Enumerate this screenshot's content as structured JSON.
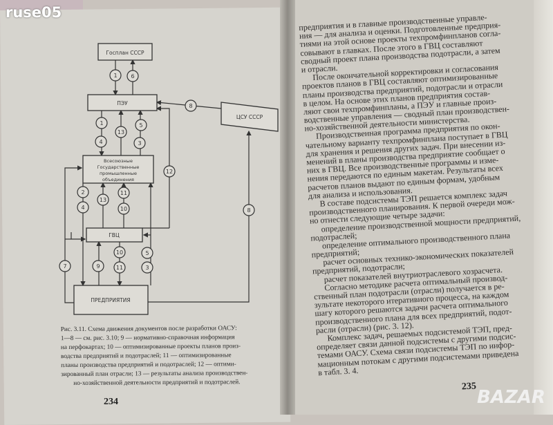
{
  "watermark_top": "ruse05",
  "watermark_bottom": "BAZAR",
  "diagram": {
    "boxes": {
      "gosplan": "Госплан СССР",
      "peu": "ПЭУ",
      "csu": "ЦСУ СССР",
      "vses_1": "Всесоюзные",
      "vses_2": "Государственные",
      "vses_3": "промышленные",
      "vses_4": "объединения",
      "gvc": "ГВЦ",
      "pred": "ПРЕДПРИЯТИЯ"
    },
    "flows": [
      "1",
      "6",
      "1",
      "4",
      "13",
      "5",
      "3",
      "8",
      "12",
      "2",
      "4",
      "13",
      "11",
      "10",
      "7",
      "9",
      "10",
      "11",
      "5",
      "3",
      "8"
    ]
  },
  "left_page": {
    "caption": [
      "Рис. 3.11. Схема движения документов после разработки ОАСУ:",
      "1—8 — см. рис. 3.10; 9 — нормативно-справочная информация",
      "на перфокартах; 10 — оптимизированные проекты планов произ-",
      "водства предприятий и подотраслей; 11 — оптимизированные",
      "планы производства предприятий и подотраслей; 12 — оптими-",
      "зированный план отрасли; 13 — результаты анализа производствен-",
      "но-хозяйственной деятельности предприятий и подотраслей."
    ],
    "page_number": "234"
  },
  "right_page": {
    "lines": [
      "предприятия и в главные производственные управле-",
      "ния — для анализа и оценки. Подготовленные предприя-",
      "тиями на этой основе проекты техпромфинпланов согла-",
      "совывают в главках. После этого в ГВЦ составляют",
      "сводный проект плана производства подотрасли, а затем",
      "и отрасли.",
      "После окончательной корректировки и согласования",
      "проектов планов в ГВЦ составляют оптимизированные",
      "планы производства предприятий, подотрасли и отрасли",
      "в целом. На основе этих планов предприятия состав-",
      "ляют свои техпромфинпланы, а ПЭУ и главные произ-",
      "водственные управления — сводный план производствен-",
      "но-хозяйственной деятельности министерства.",
      "Производственная программа предприятия по окон-",
      "чательному варианту техпромфинплана поступает в ГВЦ",
      "для хранения и решения других задач. При внесении из-",
      "менений в планы производства предприятие сообщает о",
      "них в ГВЦ. Все производственные программы и изме-",
      "нения передаются по единым макетам. Результаты всех",
      "расчетов планов выдают по единым формам, удобным",
      "для анализа и использования.",
      "В составе подсистемы ТЭП решается комплекс задач",
      "производственного планирования. К первой очереди мож-",
      "но отнести следующие четыре задачи:",
      "определение производственной мощности предприятий,",
      "подотраслей;",
      "определение оптимального производственного плана",
      "предприятий;",
      "расчет основных технико-экономических показателей",
      "предприятий, подотрасли;",
      "расчет показателей внутриотраслевого хозрасчета.",
      "Согласно методике расчета оптимальный производ-",
      "ственный план подотрасли (отрасли) получается в ре-",
      "зультате некоторого итеративного процесса, на каждом",
      "шагу которого решаются задачи расчета оптимального",
      "производственного плана для всех предприятий, подот-",
      "расли (отрасли) (рис. 3. 12).",
      "Комплекс задач, решаемых подсистемой ТЭП, пред-",
      "определяет связи данной подсистемы с другими подсис-",
      "темами ОАСУ. Схема связи подсистемы ТЭП по инфор-",
      "мационным потокам с другими подсистемами приведена",
      "в табл. 3. 4."
    ],
    "indented": [
      6,
      13,
      21,
      24,
      26,
      28,
      30,
      31,
      37
    ],
    "page_number": "235"
  }
}
